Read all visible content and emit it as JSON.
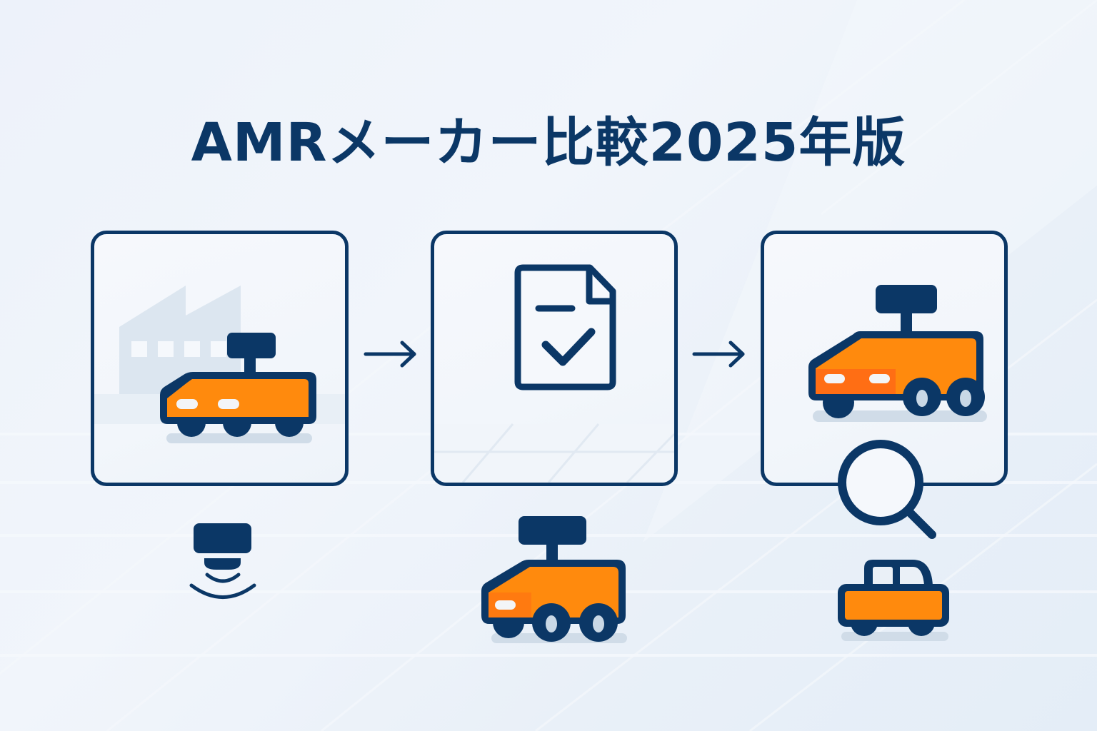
{
  "title": "AMRメーカー比較2025年版",
  "colors": {
    "navy": "#0b3766",
    "orange": "#ff8a0d",
    "orange_dark": "#ff6e14",
    "background": "#edf2fa",
    "panel_bg": "#f4f7fb",
    "shadow": "#d0dce8",
    "factory": "#dde7f1"
  },
  "flow": {
    "steps": [
      {
        "name": "factory-amr",
        "icon": "factory-robot-icon"
      },
      {
        "name": "document-check",
        "icon": "document-check-icon"
      },
      {
        "name": "amr-inspection",
        "icon": "amr-robot-icon"
      }
    ],
    "arrows": [
      "arrow-right-icon",
      "arrow-right-icon"
    ]
  },
  "extras": [
    "sensor-icon",
    "amr-robot-icon",
    "magnifier-icon",
    "car-icon"
  ]
}
